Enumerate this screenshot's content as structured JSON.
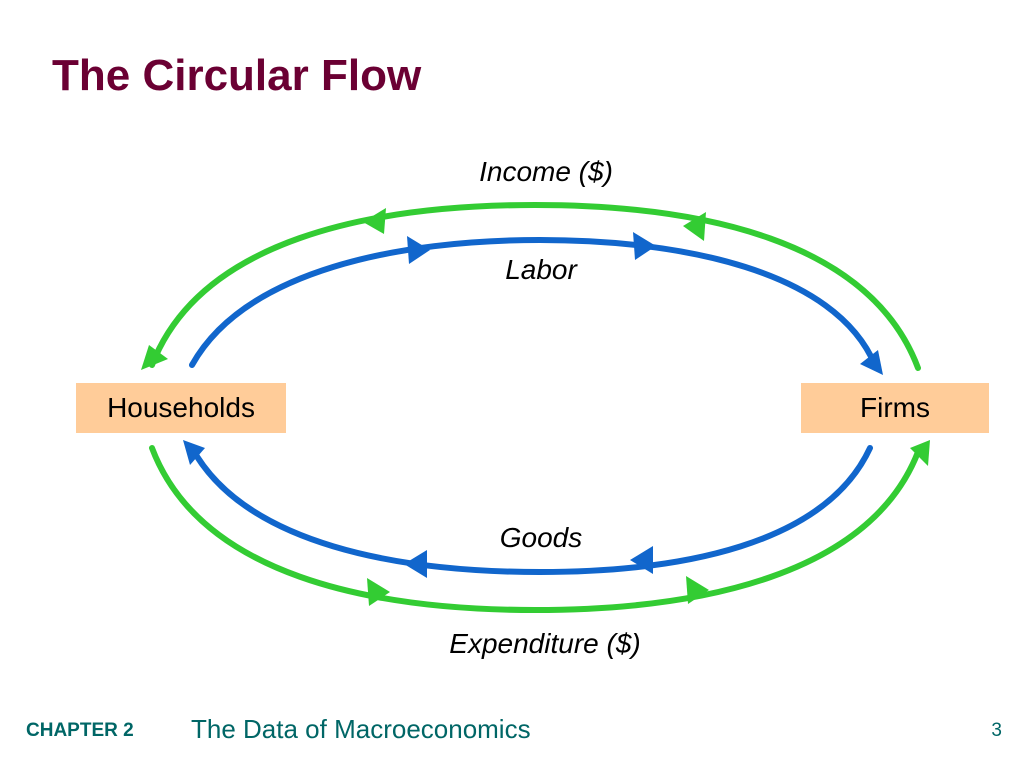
{
  "title": "The Circular Flow",
  "colors": {
    "title": "#6b0033",
    "money_flow": "#33cc33",
    "real_flow": "#1166cc",
    "box_fill": "#ffcc99",
    "footer": "#006666"
  },
  "boxes": {
    "households": "Households",
    "firms": "Firms"
  },
  "flows": {
    "income": "Income ($)",
    "labor": "Labor",
    "goods": "Goods",
    "expenditure": "Expenditure ($)"
  },
  "footer": {
    "chapter": "CHAPTER 2",
    "subject": "The Data of Macroeconomics",
    "page_number": "3"
  }
}
